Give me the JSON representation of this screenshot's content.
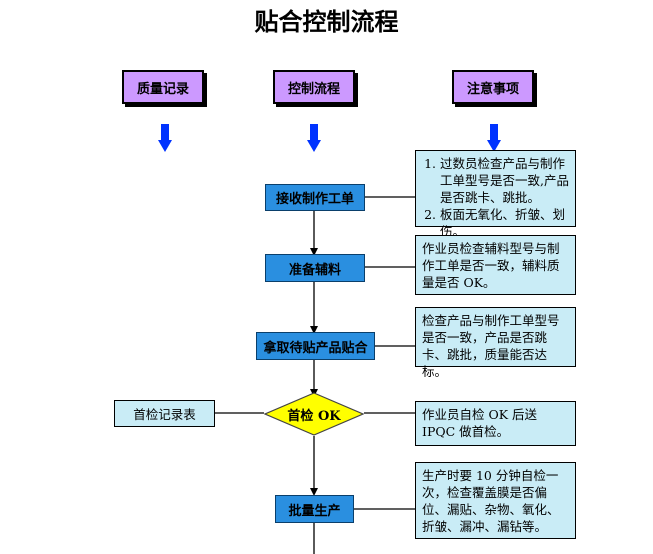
{
  "title": "贴合控制流程",
  "headers": {
    "records": "质量记录",
    "flow": "控制流程",
    "notes": "注意事项"
  },
  "steps": {
    "receive": "接收制作工单",
    "prepare": "准备辅料",
    "take": "拿取待贴产品贴合",
    "first_check": "首检 OK",
    "batch": "批量生产"
  },
  "records": {
    "first_check_record": "首检记录表"
  },
  "notes": {
    "receive": [
      "过数员检查产品与制作工单型号是否一致,产品是否跳卡、跳批。",
      "板面无氧化、折皱、划伤。"
    ],
    "prepare": "作业员检查辅料型号与制作工单是否一致，辅料质量是否 OK。",
    "take": "检查产品与制作工单型号是否一致，产品是否跳卡、跳批，质量能否达标。",
    "first_check": "作业员自检 OK 后送 IPQC 做首检。",
    "batch": "生产时要 10 分钟自检一次，检查覆盖膜是否偏位、漏贴、杂物、氧化、折皱、漏冲、漏钻等。"
  },
  "colors": {
    "header_fill": "#cc99ff",
    "step_fill": "#2a8fe0",
    "note_fill": "#c9ecf6",
    "decision_fill": "#ffff00",
    "arrow_fill": "#0033ff"
  }
}
